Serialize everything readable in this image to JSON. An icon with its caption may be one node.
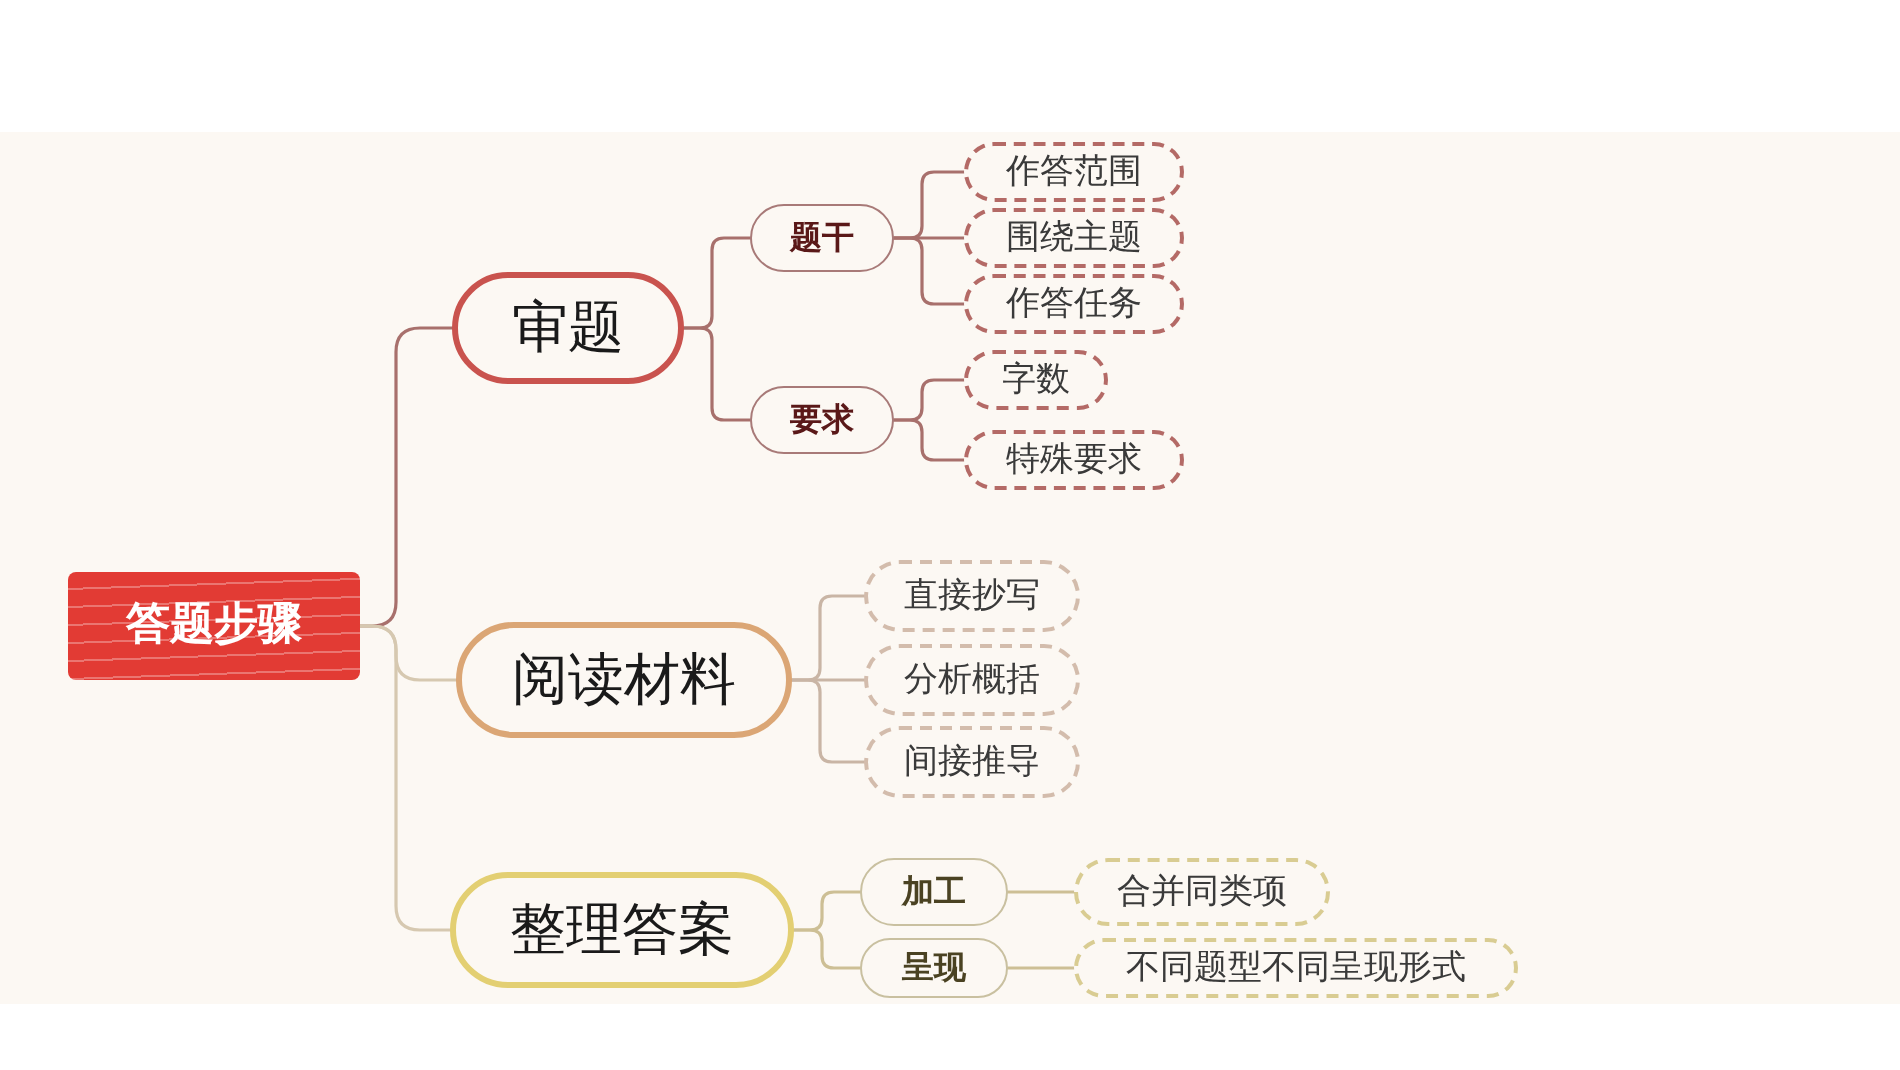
{
  "diagram": {
    "nodes": [
      {
        "text": [
          "答题步骤"
        ]
      },
      {
        "text": [
          "审题"
        ]
      },
      {
        "text": [
          "题干"
        ]
      },
      {
        "text": [
          "作答范围"
        ]
      },
      {
        "text": [
          "围绕主题"
        ]
      },
      {
        "text": [
          "作答任务"
        ]
      },
      {
        "text": [
          "要求"
        ]
      },
      {
        "text": [
          "字数"
        ]
      },
      {
        "text": [
          "特殊要求"
        ]
      },
      {
        "text": [
          "阅读材料"
        ]
      },
      {
        "text": [
          "直接抄写"
        ]
      },
      {
        "text": [
          "分析概括"
        ]
      },
      {
        "text": [
          "间接推导"
        ]
      },
      {
        "text": [
          "整理答案"
        ]
      },
      {
        "text": [
          "加工"
        ]
      },
      {
        "text": [
          "合并同类项"
        ]
      },
      {
        "text": [
          "呈现"
        ]
      },
      {
        "text": [
          "不同题型不同呈现形式"
        ]
      }
    ],
    "edges": [
      {
        "from": 0,
        "to": 1,
        "arrow": "none"
      },
      {
        "from": 0,
        "to": 9,
        "arrow": "none",
        "color": "#d6c8b0"
      },
      {
        "from": 0,
        "to": 13,
        "arrow": "none",
        "color": "#d6c8b0"
      },
      {
        "from": 1,
        "to": 2,
        "arrow": "none"
      },
      {
        "from": 1,
        "to": 6,
        "arrow": "none"
      },
      {
        "from": 2,
        "to": 3,
        "arrow": "none"
      },
      {
        "from": 2,
        "to": 4,
        "arrow": "none"
      },
      {
        "from": 2,
        "to": 5,
        "arrow": "none"
      },
      {
        "from": 6,
        "to": 7,
        "arrow": "none"
      },
      {
        "from": 6,
        "to": 8,
        "arrow": "none"
      },
      {
        "from": 9,
        "to": 10,
        "arrow": "none",
        "color": "#c9b5a5"
      },
      {
        "from": 9,
        "to": 11,
        "arrow": "none",
        "color": "#c9b5a5"
      },
      {
        "from": 9,
        "to": 12,
        "arrow": "none",
        "color": "#c9b5a5"
      },
      {
        "from": 13,
        "to": 14,
        "arrow": "none",
        "color": "#cdbf95"
      },
      {
        "from": 13,
        "to": 16,
        "arrow": "none",
        "color": "#cdbf95"
      },
      {
        "from": 14,
        "to": 15,
        "arrow": "none",
        "color": "#cdbf95"
      },
      {
        "from": 16,
        "to": 17,
        "arrow": "none",
        "color": "#cdbf95"
      }
    ]
  }
}
